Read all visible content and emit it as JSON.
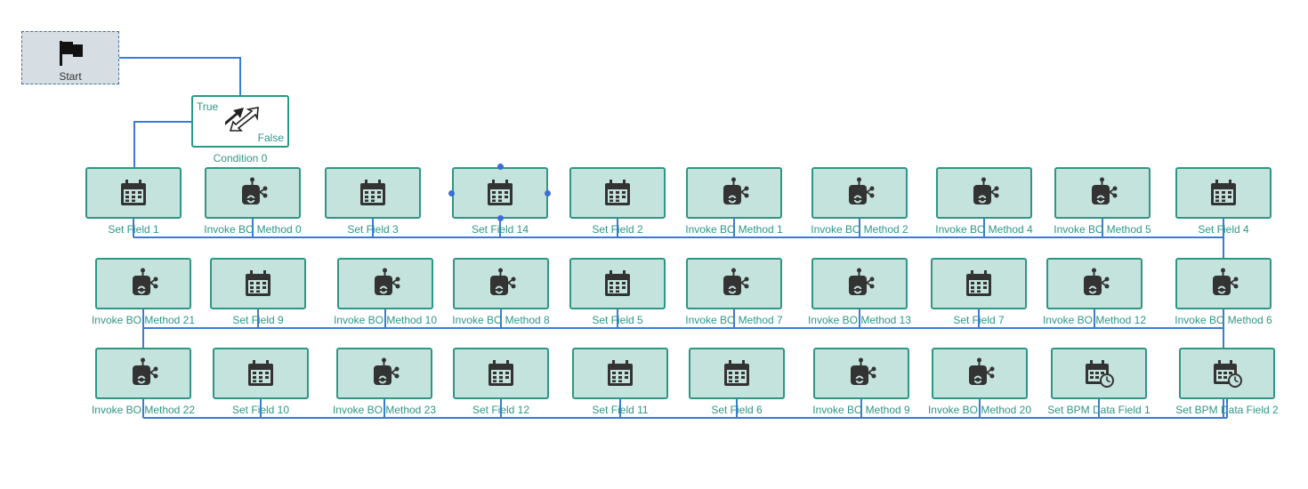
{
  "start": {
    "label": "Start",
    "icon": "flag-icon"
  },
  "condition": {
    "label": "Condition 0",
    "true_label": "True",
    "false_label": "False",
    "icon": "diagonal-arrows-icon"
  },
  "colors": {
    "node_fill": "#c5e3dd",
    "node_border": "#2e9684",
    "label": "#2f9686",
    "wire": "#3a7bd5"
  },
  "rows": [
    [
      {
        "label": "Set Field 1",
        "type": "set-field"
      },
      {
        "label": "Invoke BO Method 0",
        "type": "invoke-bo"
      },
      {
        "label": "Set Field 3",
        "type": "set-field"
      },
      {
        "label": "Set Field 14",
        "type": "set-field",
        "selected": true
      },
      {
        "label": "Set Field 2",
        "type": "set-field"
      },
      {
        "label": "Invoke BO Method 1",
        "type": "invoke-bo"
      },
      {
        "label": "Invoke BO Method 2",
        "type": "invoke-bo"
      },
      {
        "label": "Invoke BO Method 4",
        "type": "invoke-bo"
      },
      {
        "label": "Invoke BO Method 5",
        "type": "invoke-bo"
      },
      {
        "label": "Set Field 4",
        "type": "set-field"
      }
    ],
    [
      {
        "label": "Invoke BO Method 21",
        "type": "invoke-bo"
      },
      {
        "label": "Set Field 9",
        "type": "set-field"
      },
      {
        "label": "Invoke BO Method 10",
        "type": "invoke-bo"
      },
      {
        "label": "Invoke BO Method 8",
        "type": "invoke-bo"
      },
      {
        "label": "Set Field 5",
        "type": "set-field"
      },
      {
        "label": "Invoke BO Method 7",
        "type": "invoke-bo"
      },
      {
        "label": "Invoke BO Method 13",
        "type": "invoke-bo"
      },
      {
        "label": "Set Field 7",
        "type": "set-field"
      },
      {
        "label": "Invoke BO Method 12",
        "type": "invoke-bo"
      },
      {
        "label": "Invoke BO Method 6",
        "type": "invoke-bo"
      }
    ],
    [
      {
        "label": "Invoke BO Method 22",
        "type": "invoke-bo"
      },
      {
        "label": "Set Field 10",
        "type": "set-field"
      },
      {
        "label": "Invoke BO Method 23",
        "type": "invoke-bo"
      },
      {
        "label": "Set Field 12",
        "type": "set-field"
      },
      {
        "label": "Set Field 11",
        "type": "set-field"
      },
      {
        "label": "Set Field 6",
        "type": "set-field"
      },
      {
        "label": "Invoke BO Method 9",
        "type": "invoke-bo"
      },
      {
        "label": "Invoke BO Method 20",
        "type": "invoke-bo"
      },
      {
        "label": "Set BPM Data Field 1",
        "type": "set-bpm"
      },
      {
        "label": "Set BPM Data Field 2",
        "type": "set-bpm"
      }
    ]
  ]
}
